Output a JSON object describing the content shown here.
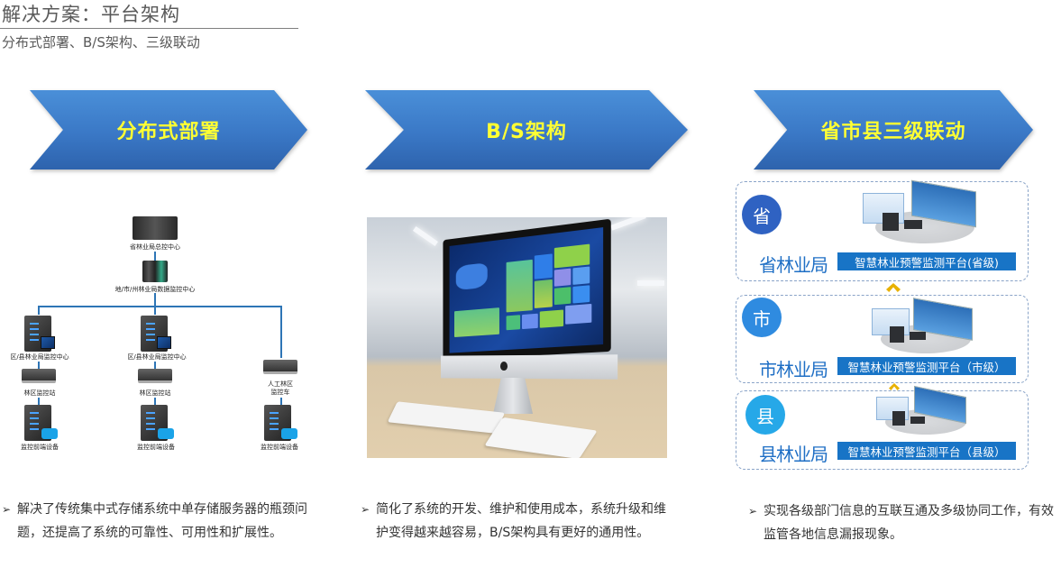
{
  "header": {
    "title": "解决方案：平台架构",
    "subtitle": "分布式部署、B/S架构、三级联动"
  },
  "columns": [
    {
      "heading": "分布式部署",
      "diagram": {
        "top_nodes": [
          {
            "label": "省林业局总控中心"
          },
          {
            "label": "地/市/州林业局数据监控中心"
          }
        ],
        "branches": [
          {
            "center_label": "区/县林业局监控中心",
            "mid_label": "林区监控站",
            "bottom_label": "监控前端设备"
          },
          {
            "center_label": "区/县林业局监控中心",
            "mid_label": "林区监控站",
            "bottom_label": "监控前端设备"
          },
          {
            "center_label": "人工林区\n监控车",
            "bottom_label": "监控前端设备"
          }
        ]
      },
      "bullet": "解决了传统集中式存储系统中单存储服务器的瓶颈问题，还提高了系统的可靠性、可用性和扩展性。"
    },
    {
      "heading": "B/S架构",
      "photo_alt": "iMac显示智慧林业平台界面",
      "bullet": "简化了系统的开发、维护和使用成本，系统升级和维护变得越来越容易，B/S架构具有更好的通用性。"
    },
    {
      "heading": "省市县三级联动",
      "tiers": [
        {
          "badge": "省",
          "name": "省林业局",
          "platform": "智慧林业预警监测平台(省级)",
          "color": "#2f62c2"
        },
        {
          "badge": "市",
          "name": "市林业局",
          "platform": "智慧林业预警监测平台（市级）",
          "color": "#2f8be0"
        },
        {
          "badge": "县",
          "name": "县林业局",
          "platform": "智慧林业预警监测平台（县级）",
          "color": "#26a8e8"
        }
      ],
      "bullet": "实现各级部门信息的互联互通及多级协同工作，有效监管各地信息漏报现象。"
    }
  ],
  "colors": {
    "chevron_text": "#ffff33",
    "chevron_fill": "#3a78c6",
    "platform_bar": "#1874c6",
    "tier_name": "#1f6fc5",
    "arrow": "#e8b100"
  },
  "icons": {
    "bullet": "➢"
  }
}
